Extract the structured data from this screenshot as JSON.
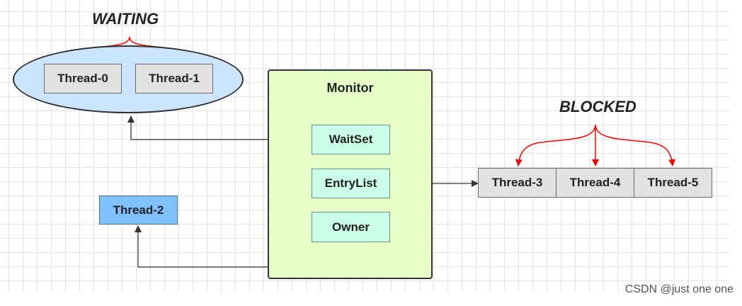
{
  "states": {
    "waiting": "WAITING",
    "blocked": "BLOCKED"
  },
  "monitor": {
    "title": "Monitor",
    "wait_set": "WaitSet",
    "entry_list": "EntryList",
    "owner": "Owner"
  },
  "threads": {
    "t0": "Thread-0",
    "t1": "Thread-1",
    "t2": "Thread-2",
    "t3": "Thread-3",
    "t4": "Thread-4",
    "t5": "Thread-5"
  },
  "footer": {
    "credit": "CSDN @just one one"
  },
  "colors": {
    "waiting_ellipse": "#cce5ff",
    "thread_box": "#e2e2e2",
    "monitor_fill": "#e7ffc9",
    "monitor_slot": "#ccffe9",
    "owner_thread": "#7fc1ff",
    "state_arrow": "#ff0000",
    "connector": "#333333"
  }
}
